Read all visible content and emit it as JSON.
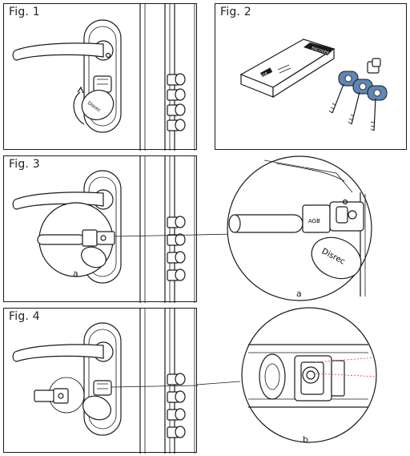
{
  "figures": {
    "fig1": {
      "label": "Fig. 1"
    },
    "fig2": {
      "label": "Fig. 2"
    },
    "fig3": {
      "label": "Fig. 3",
      "callout_left": "a",
      "callout_right": "a"
    },
    "fig4": {
      "label": "Fig. 4",
      "callout_right": "b"
    }
  },
  "brand": {
    "name": "Disrec",
    "box_badge": "AGB",
    "box_side": "ENCODER"
  },
  "colors": {
    "line": "#1a1a1a",
    "key_head": "#5f86b5",
    "laser": "#d93a3a"
  },
  "icons": {
    "handle": "door-handle-icon",
    "cylinder": "lock-cylinder-icon",
    "key": "key-icon",
    "box": "package-box-icon"
  }
}
